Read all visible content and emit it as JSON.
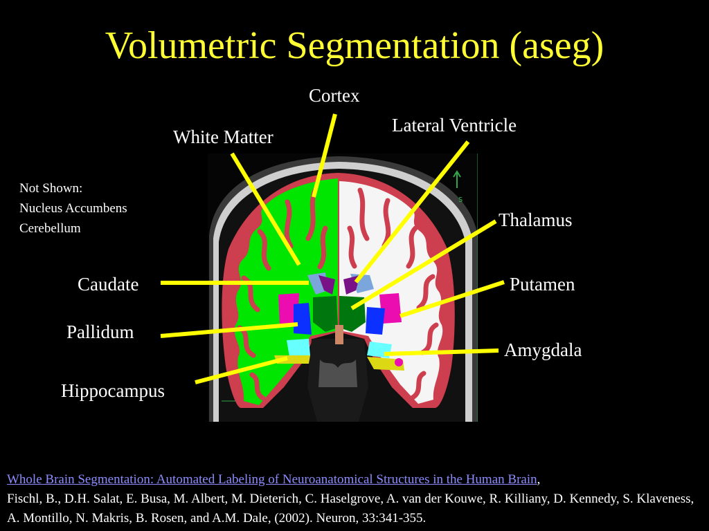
{
  "title": "Volumetric Segmentation (aseg)",
  "labels": {
    "cortex": "Cortex",
    "white_matter": "White Matter",
    "lateral_ventricle": "Lateral Ventricle",
    "thalamus": "Thalamus",
    "caudate": "Caudate",
    "putamen": "Putamen",
    "pallidum": "Pallidum",
    "amygdala": "Amygdala",
    "hippocampus": "Hippocampus"
  },
  "not_shown": {
    "heading": "Not Shown:",
    "items": [
      "Nucleus Accumbens",
      "Cerebellum"
    ]
  },
  "orientation_marker": "s",
  "reference": {
    "link_text": "Whole Brain Segmentation: Automated Labeling of Neuroanatomical Structures in the Human Brain",
    "separator": ",",
    "citation": "Fischl, B., D.H. Salat, E. Busa, M. Albert, M. Dieterich, C. Haselgrove, A. van der Kouwe, R. Killiany, D. Kennedy, S. Klaveness, A. Montillo, N. Makris, B. Rosen, and A.M. Dale, (2002). Neuron, 33:341-355."
  },
  "colors": {
    "title": "#ffff33",
    "arrow": "#ffff00",
    "link": "#8c8cff",
    "cortex": "#cd3e4e",
    "white_matter_left": "#00e600",
    "white_matter_right": "#f5f5f5",
    "lateral_ventricle": "#781286",
    "thalamus": "#00760e",
    "caudate": "#7aa6dc",
    "putamen": "#ec0db0",
    "pallidum": "#0c30ff",
    "hippocampus": "#dcd814",
    "amygdala": "#67ffff"
  }
}
